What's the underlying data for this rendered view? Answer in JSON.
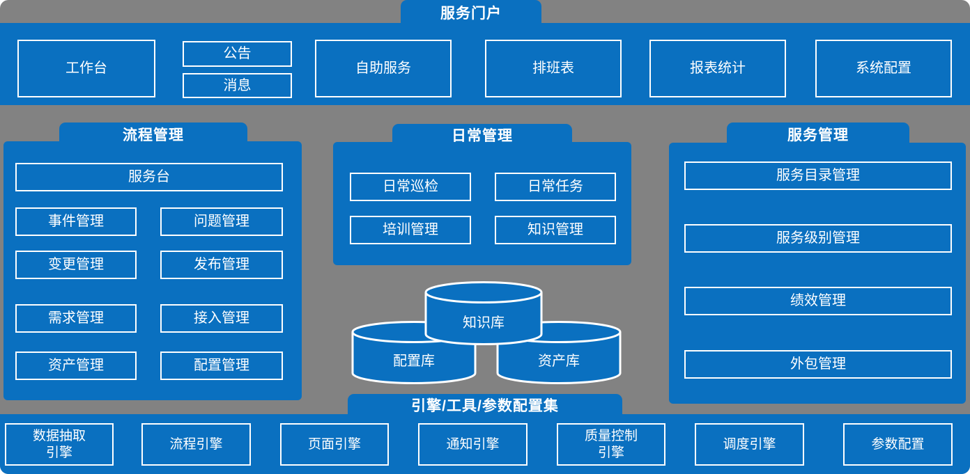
{
  "colors": {
    "primary_blue": "#0a70c0",
    "background_gray": "#828282",
    "border_white": "#ffffff"
  },
  "portal": {
    "tab": "服务门户",
    "workbench": "工作台",
    "announcement": "公告",
    "message": "消息",
    "self_service": "自助服务",
    "shift_schedule": "排班表",
    "report_statistics": "报表统计",
    "system_config": "系统配置"
  },
  "process": {
    "tab": "流程管理",
    "service_desk": "服务台",
    "incident": "事件管理",
    "problem": "问题管理",
    "change": "变更管理",
    "release": "发布管理",
    "demand": "需求管理",
    "access": "接入管理",
    "asset": "资产管理",
    "config": "配置管理"
  },
  "daily": {
    "tab": "日常管理",
    "inspection": "日常巡检",
    "task": "日常任务",
    "training": "培训管理",
    "knowledge": "知识管理"
  },
  "repositories": {
    "knowledge_base": "知识库",
    "config_base": "配置库",
    "asset_base": "资产库"
  },
  "service": {
    "tab": "服务管理",
    "catalog": "服务目录管理",
    "level": "服务级别管理",
    "performance": "绩效管理",
    "outsourcing": "外包管理"
  },
  "engines": {
    "tab": "引擎/工具/参数配置集",
    "data_extraction": "数据抽取引擎",
    "process": "流程引擎",
    "page": "页面引擎",
    "notification": "通知引擎",
    "quality_control": "质量控制引擎",
    "scheduling": "调度引擎",
    "parameter": "参数配置"
  }
}
